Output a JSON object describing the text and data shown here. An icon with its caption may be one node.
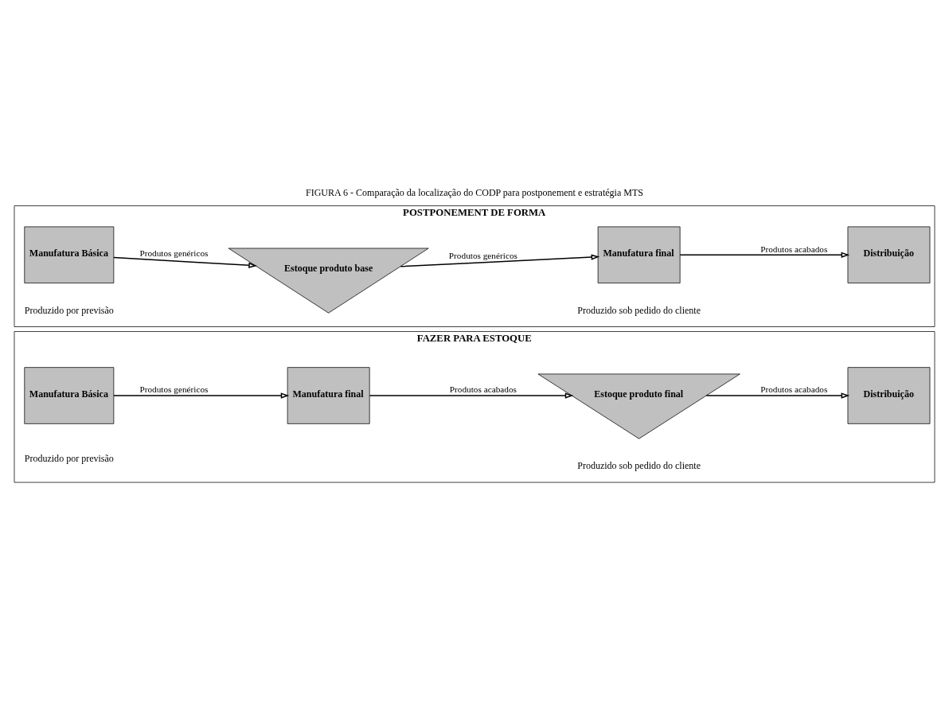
{
  "diagram": {
    "title": "FIGURA 6 - Comparação da localização do CODP para postponement e estratégia MTS",
    "nodes": [
      {
        "text": [
          "POSTPONEMENT DE FORMA"
        ]
      },
      {
        "text": [
          "Manufatura Básica"
        ],
        "in": 0
      },
      {
        "text": [
          "Estoque produto base"
        ],
        "in": 0
      },
      {
        "text": [
          "Manufatura final"
        ],
        "in": 0
      },
      {
        "text": [
          "Distribuição"
        ],
        "in": 0
      },
      {
        "text": [
          "FAZER PARA ESTOQUE"
        ]
      },
      {
        "text": [
          "Manufatura Básica"
        ],
        "in": 5
      },
      {
        "text": [
          "Manufatura final"
        ],
        "in": 5
      },
      {
        "text": [
          "Estoque produto final"
        ],
        "in": 5
      },
      {
        "text": [
          "Distribuição"
        ],
        "in": 5
      }
    ],
    "edges": [
      {
        "from": 1,
        "to": 2,
        "arrow": "to",
        "label": "Produtos genéricos"
      },
      {
        "from": 2,
        "to": 3,
        "arrow": "to",
        "label": "Produtos genéricos"
      },
      {
        "from": 3,
        "to": 4,
        "arrow": "to",
        "label": "Produtos acabados"
      },
      {
        "from": 6,
        "to": 7,
        "arrow": "to",
        "label": "Produtos genéricos"
      },
      {
        "from": 7,
        "to": 8,
        "arrow": "to",
        "label": "Produtos acabados"
      },
      {
        "from": 8,
        "to": 9,
        "arrow": "to",
        "label": "Produtos acabados"
      }
    ],
    "labels": [
      "Produzido por previsão",
      "Produzido sob pedido do cliente",
      "Produzido por previsão",
      "Produzido sob pedido do cliente"
    ]
  }
}
